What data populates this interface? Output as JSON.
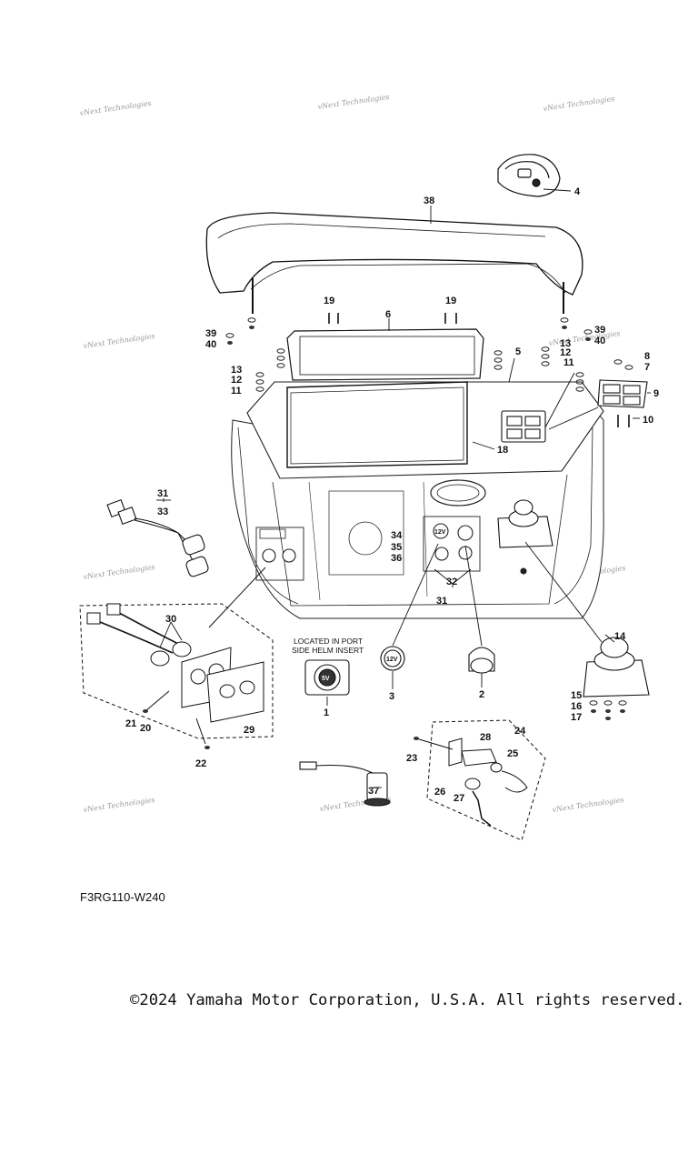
{
  "diagram": {
    "callouts": [
      "1",
      "2",
      "3",
      "4",
      "5",
      "6",
      "7",
      "8",
      "9",
      "10",
      "11",
      "12",
      "13",
      "14",
      "15",
      "16",
      "17",
      "18",
      "19",
      "19",
      "20",
      "21",
      "22",
      "23",
      "24",
      "25",
      "26",
      "27",
      "28",
      "29",
      "30",
      "31",
      "31",
      "32",
      "33",
      "34",
      "35",
      "36",
      "37",
      "38",
      "39",
      "39",
      "40",
      "40",
      "11",
      "12",
      "13"
    ],
    "note": [
      "LOCATED IN PORT",
      "SIDE HELM INSERT"
    ],
    "gauge_labels": [
      "5V",
      "12V",
      "12V"
    ],
    "watermark": "vNext Technologies"
  },
  "drawing_code": "F3RG110-W240",
  "copyright": "©2024 Yamaha Motor Corporation, U.S.A. All rights reserved."
}
